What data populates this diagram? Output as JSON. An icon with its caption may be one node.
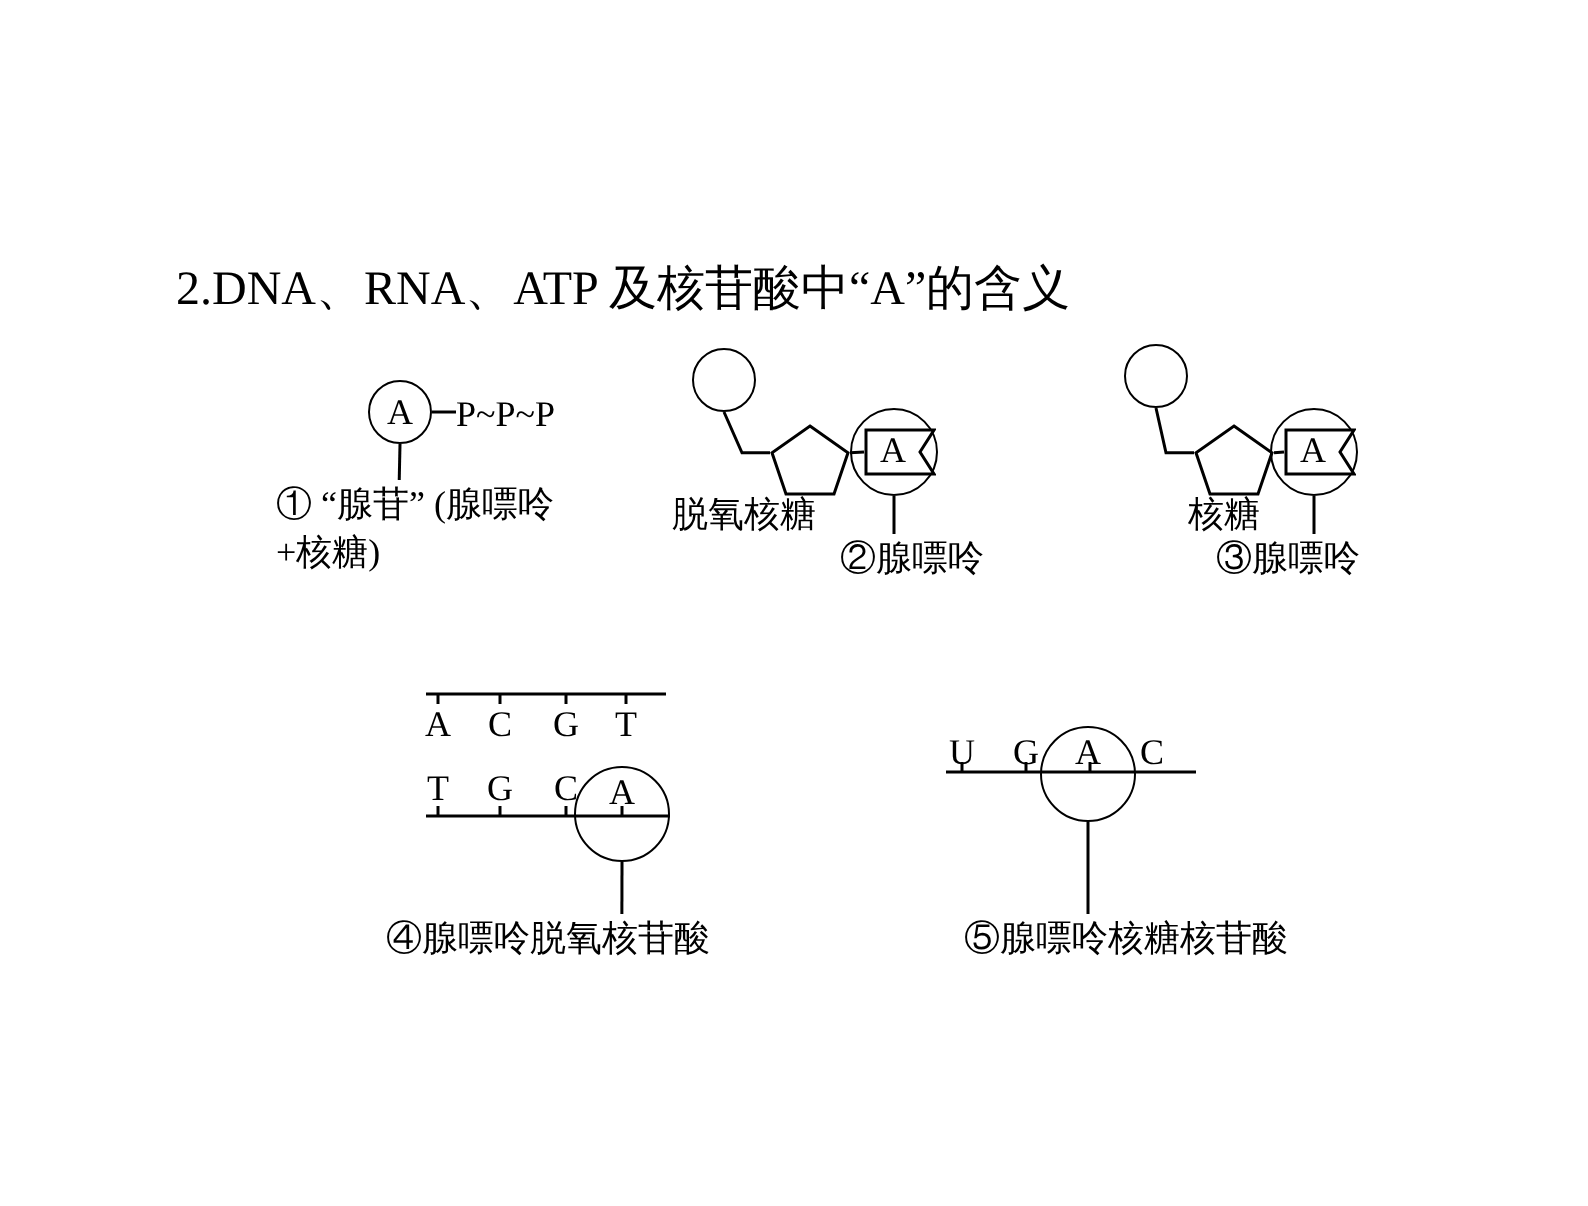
{
  "diagram": {
    "title": "2.DNA、RNA、ATP 及核苷酸中“A”的含义",
    "nodes": [
      {
        "text": [
          "A"
        ]
      },
      {
        "text": [
          "P~P~P"
        ]
      },
      {
        "text": [
          "① “腺苷” (腺嘌呤+核糖)"
        ]
      },
      {
        "text": [],
        "shape": "circle"
      },
      {
        "text": [],
        "shape": "pentagon",
        "beside": [
          "脱氧核糖"
        ]
      },
      {
        "text": [],
        "shape": "circle"
      },
      {
        "text": [
          "A"
        ],
        "in": 5
      },
      {
        "text": [
          "②腺嘌呤"
        ]
      },
      {
        "text": [],
        "shape": "circle"
      },
      {
        "text": [],
        "shape": "pentagon",
        "beside": [
          "核糖"
        ]
      },
      {
        "text": [],
        "shape": "circle"
      },
      {
        "text": [
          "A"
        ],
        "in": 10
      },
      {
        "text": [
          "③腺嘌呤"
        ]
      },
      {
        "text": [
          "A"
        ]
      },
      {
        "text": [
          "④腺嘌呤脱氧核苷酸"
        ]
      },
      {
        "text": [
          "A"
        ]
      },
      {
        "text": [
          "⑤腺嘌呤核糖核苷酸"
        ]
      }
    ],
    "edges": [
      {
        "from": 0,
        "to": 1,
        "arrow": "none"
      },
      {
        "from": 2,
        "to": 0,
        "arrow": "none"
      },
      {
        "from": 3,
        "to": 4,
        "arrow": "none"
      },
      {
        "from": 4,
        "to": 6,
        "arrow": "none"
      },
      {
        "from": 7,
        "to": 5,
        "arrow": "none"
      },
      {
        "from": 8,
        "to": 9,
        "arrow": "none"
      },
      {
        "from": 9,
        "to": 11,
        "arrow": "none"
      },
      {
        "from": 12,
        "to": 10,
        "arrow": "none"
      },
      {
        "from": 14,
        "to": 13,
        "arrow": "none"
      },
      {
        "from": 16,
        "to": 15,
        "arrow": "none"
      }
    ],
    "labels": [
      "A",
      "C",
      "G",
      "T",
      "T",
      "G",
      "C",
      "U",
      "G",
      "C"
    ]
  }
}
